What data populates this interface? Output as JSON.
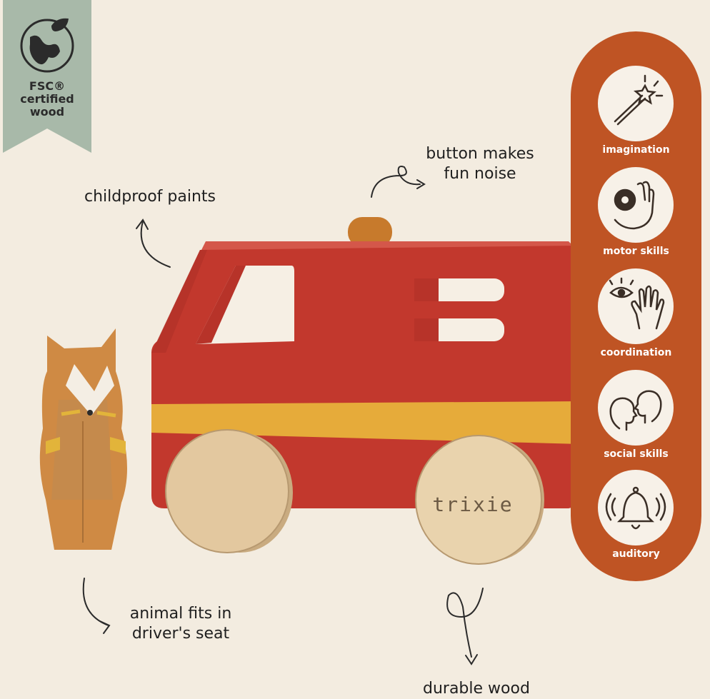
{
  "badge": {
    "line1": "FSC®",
    "line2": "certified",
    "line3": "wood",
    "icon": "globe-leaf-icon"
  },
  "annotations": {
    "button_l1": "button makes",
    "button_l2": "fun noise",
    "paints": "childproof paints",
    "animal_l1": "animal fits in",
    "animal_l2": "driver's seat",
    "wood": "durable wood"
  },
  "product": {
    "brand": "trixie"
  },
  "skills": [
    {
      "label": "imagination",
      "icon": "magic-wand-icon"
    },
    {
      "label": "motor skills",
      "icon": "hand-grabbing-icon"
    },
    {
      "label": "coordination",
      "icon": "eye-hand-icon"
    },
    {
      "label": "social skills",
      "icon": "faces-talking-icon"
    },
    {
      "label": "auditory",
      "icon": "bell-icon"
    }
  ],
  "colors": {
    "background": "#f3ece0",
    "badge": "#a8b9a9",
    "panel": "#bf5424",
    "truck_red": "#c2382d",
    "stripe": "#e6ab3a",
    "wood": "#e3c89f"
  }
}
